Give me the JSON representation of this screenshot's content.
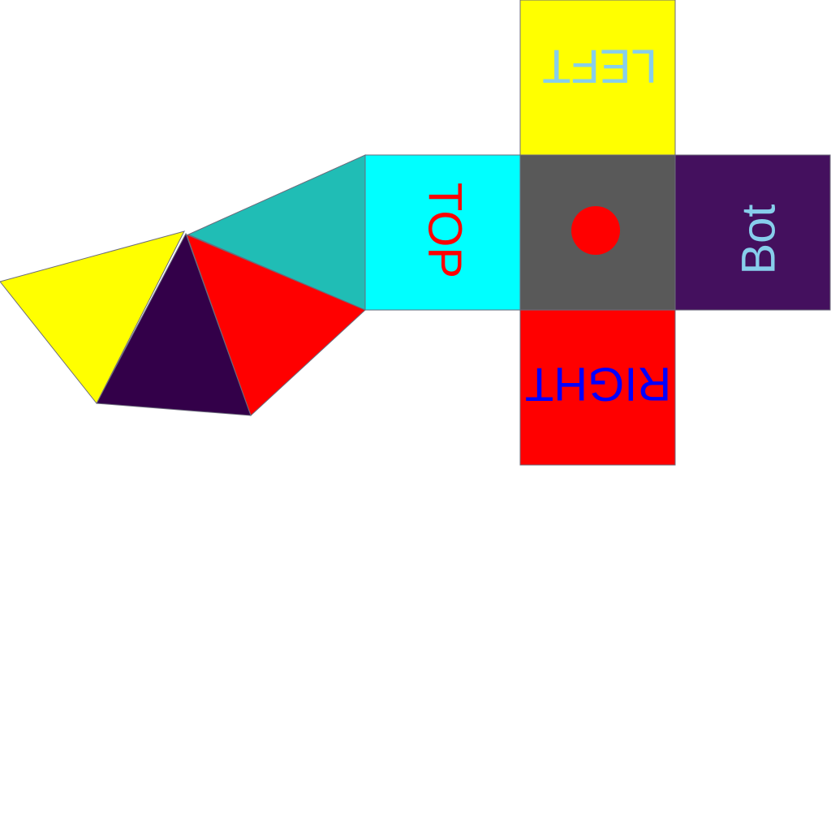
{
  "faces": {
    "left": {
      "label": "LEFT",
      "fill": "#ffff00",
      "text_color": "#87ceeb"
    },
    "top": {
      "label": "TOP",
      "fill": "#00ffff",
      "text_color": "#ff0000"
    },
    "center": {
      "label": "",
      "fill": "#595959",
      "dot_color": "#ff0000"
    },
    "bottom": {
      "label": "Bot",
      "fill": "#44105e",
      "text_color": "#87ceeb"
    },
    "right": {
      "label": "RIGHT",
      "fill": "#ff0000",
      "text_color": "#0000ff"
    }
  },
  "triangles": [
    {
      "name": "teal-triangle",
      "fill": "#20bdb5"
    },
    {
      "name": "red-triangle",
      "fill": "#ff0000"
    },
    {
      "name": "purple-triangle",
      "fill": "#330049"
    },
    {
      "name": "yellow-triangle",
      "fill": "#ffff00"
    }
  ],
  "stroke_color": "#6b6b7b"
}
